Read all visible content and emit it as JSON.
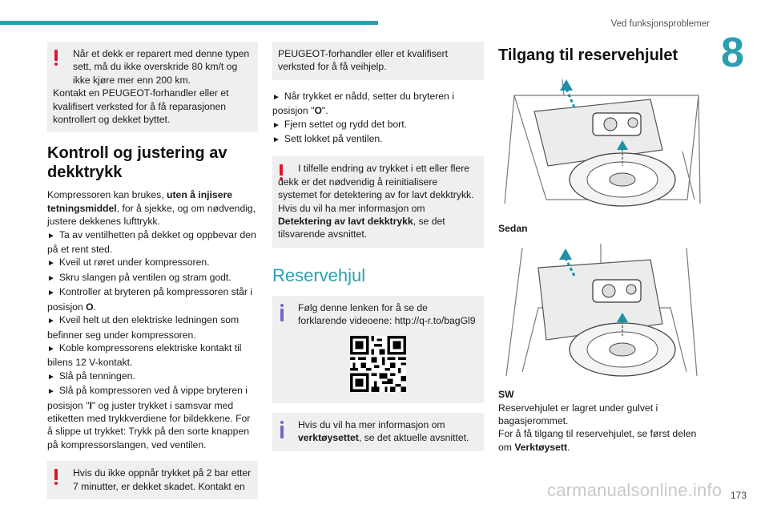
{
  "header": {
    "running_title": "Ved funksjonsproblemer",
    "chapter": "8",
    "page_number": "173"
  },
  "watermark": "carmanualsonline.info",
  "col1": {
    "warn1": [
      "Når et dekk er reparert med denne typen sett, må du ikke overskride 80 km/t og ikke kjøre mer enn 200 km.",
      "Kontakt en PEUGEOT-forhandler eller et kvalifisert verksted for å få reparasjonen kontrollert og dekket byttet."
    ],
    "section_title": "Kontroll og justering av dekktrykk",
    "intro_pre": "Kompressoren kan brukes, ",
    "intro_bold": "uten å injisere tetningsmiddel",
    "intro_post": ", for å sjekke, og om nødvendig, justere dekkenes lufttrykk.",
    "steps": [
      "Ta av ventilhetten på dekket og oppbevar den på et rent sted.",
      "Kveil ut røret under kompressoren.",
      "Skru slangen på ventilen og stram godt."
    ],
    "step4_pre": "Kontroller at bryteren på kompressoren står i posisjon ",
    "step4_bold": "O",
    "step4_post": ".",
    "steps2": [
      "Kveil helt ut den elektriske ledningen som befinner seg under kompressoren.",
      "Koble kompressorens elektriske kontakt til bilens 12 V-kontakt.",
      "Slå på tenningen."
    ],
    "step8_pre": "Slå på kompressoren ved å vippe bryteren i posisjon \"",
    "step8_bold": "I",
    "step8_post": "\" og juster trykket i samsvar med etiketten med trykkverdiene for bildekkene. For å slippe ut trykket: Trykk på den sorte knappen på kompressorslangen, ved ventilen.",
    "warn2": "Hvis du ikke oppnår trykket på 2 bar etter 7 minutter, er dekket skadet. Kontakt en"
  },
  "col2": {
    "cont": "PEUGEOT-forhandler eller et kvalifisert verksted for å få veihjelp.",
    "step1_pre": "Når trykket er nådd, setter du bryteren i posisjon \"",
    "step1_bold": "O",
    "step1_post": "\".",
    "step2": "Fjern settet og rydd det bort.",
    "step3": "Sett lokket på ventilen.",
    "warn_pre": "I tilfelle endring av trykket i ett eller flere dekk er det nødvendig å reinitialisere systemet for detektering av for lavt dekktrykk. Hvis du vil ha mer informasjon om ",
    "warn_bold": "Detektering av lavt dekktrykk",
    "warn_post": ", se det tilsvarende avsnittet.",
    "section_title": "Reservehjul",
    "info1": "Følg denne lenken for å se de forklarende videoene: http://q-r.to/bagGl9",
    "info2_pre": "Hvis du vil ha mer informasjon om ",
    "info2_bold": "verktøysettet",
    "info2_post": ", se det aktuelle avsnittet."
  },
  "col3": {
    "section_title": "Tilgang til reservehjulet",
    "caption1": "Sedan",
    "caption2": "SW",
    "text1": "Reservehjulet er lagret under gulvet i bagasjerommet.",
    "text2_pre": "For å få tilgang til reservehjulet, se først delen om ",
    "text2_bold": "Verktøysett",
    "text2_post": "."
  },
  "colors": {
    "accent": "#2a9fb0",
    "warning": "#e0162b",
    "info": "#7a63c9",
    "box_bg": "#efefef"
  }
}
